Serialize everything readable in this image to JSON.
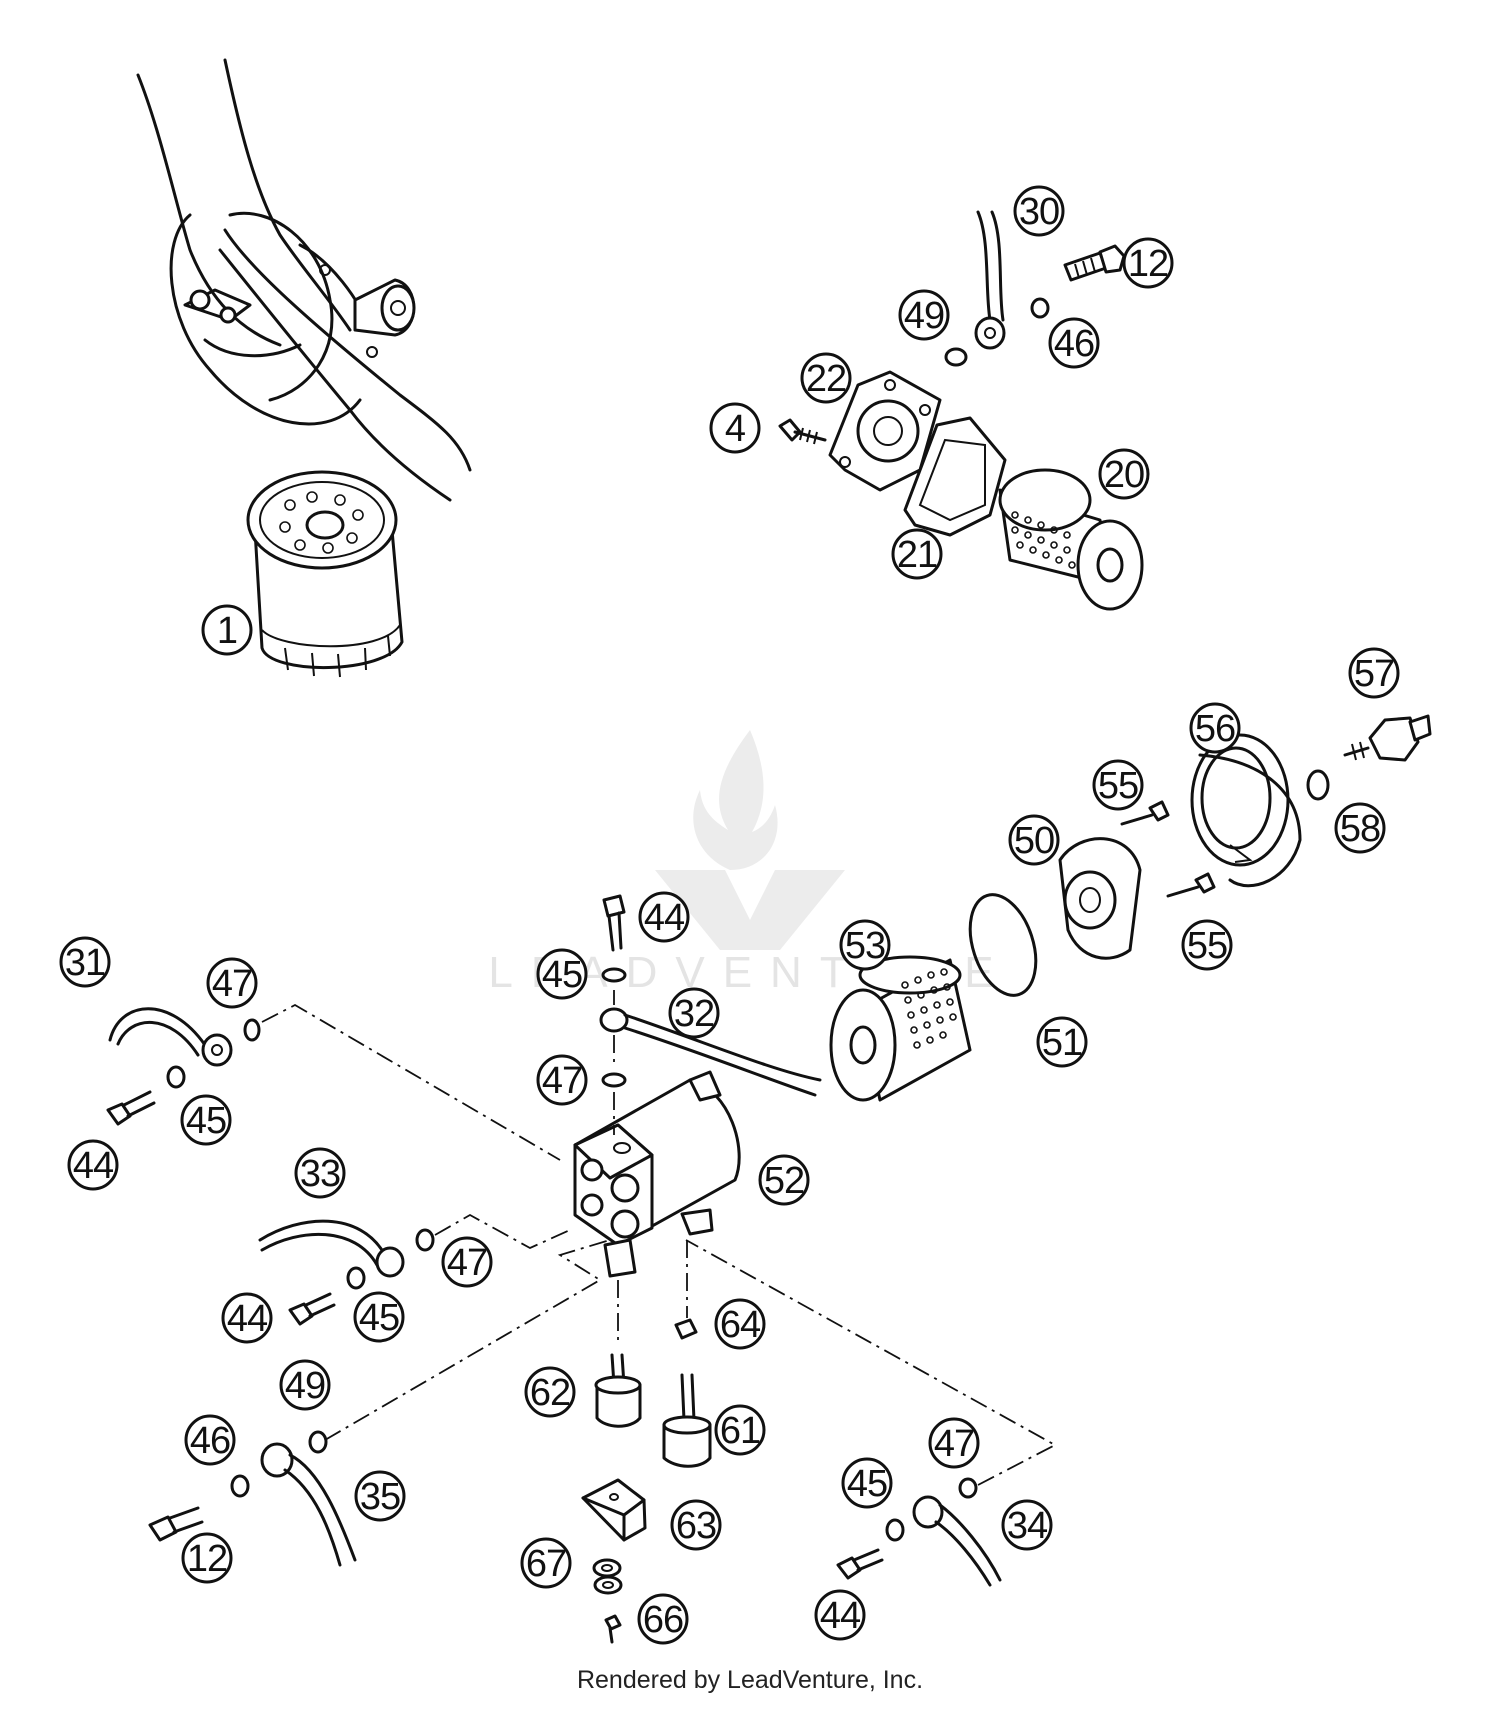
{
  "footer": {
    "credit": "Rendered by LeadVenture, Inc."
  },
  "watermark": {
    "text": "LEADVENTURE"
  },
  "callouts": [
    "1",
    "4",
    "12",
    "20",
    "21",
    "22",
    "30",
    "46",
    "49",
    "50",
    "51",
    "52",
    "53",
    "55",
    "55",
    "56",
    "57",
    "58",
    "31",
    "47",
    "45",
    "44",
    "32",
    "33",
    "47",
    "44",
    "45",
    "44",
    "45",
    "47",
    "64",
    "62",
    "61",
    "49",
    "46",
    "35",
    "12",
    "47",
    "45",
    "63",
    "34",
    "67",
    "44",
    "66"
  ],
  "colors": {
    "line": "#111111",
    "background": "#ffffff",
    "watermark": "#e4e4e4"
  }
}
